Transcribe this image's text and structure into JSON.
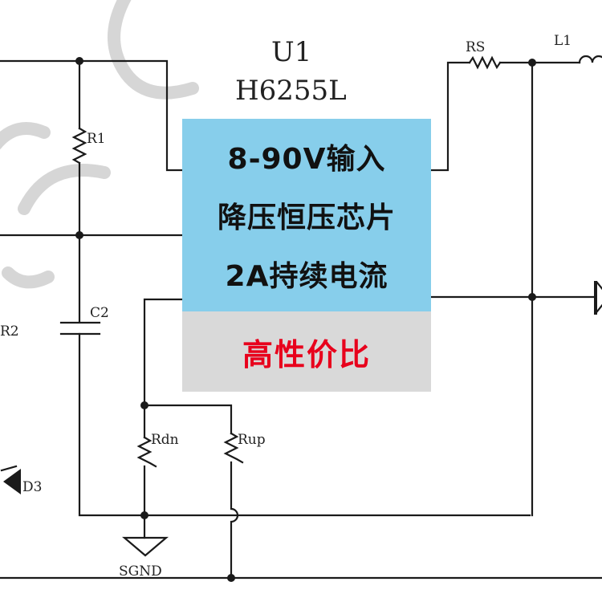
{
  "chip": {
    "ref": "U1",
    "part": "H6255L"
  },
  "overlay": {
    "line1": "8-90V输入",
    "line2": "降压恒压芯片",
    "line3": "2A持续电流",
    "highlight": "高性价比"
  },
  "components": {
    "r1": "R1",
    "r2": "R2",
    "c2": "C2",
    "d3": "D3",
    "rs": "RS",
    "l1": "L1",
    "rdn": "Rdn",
    "rup": "Rup",
    "sgnd": "SGND"
  },
  "colors": {
    "panel_blue": "#87ceeb",
    "panel_grey": "#d9d9d9",
    "highlight_text": "#e8001c",
    "wire": "#1a1a1a"
  }
}
